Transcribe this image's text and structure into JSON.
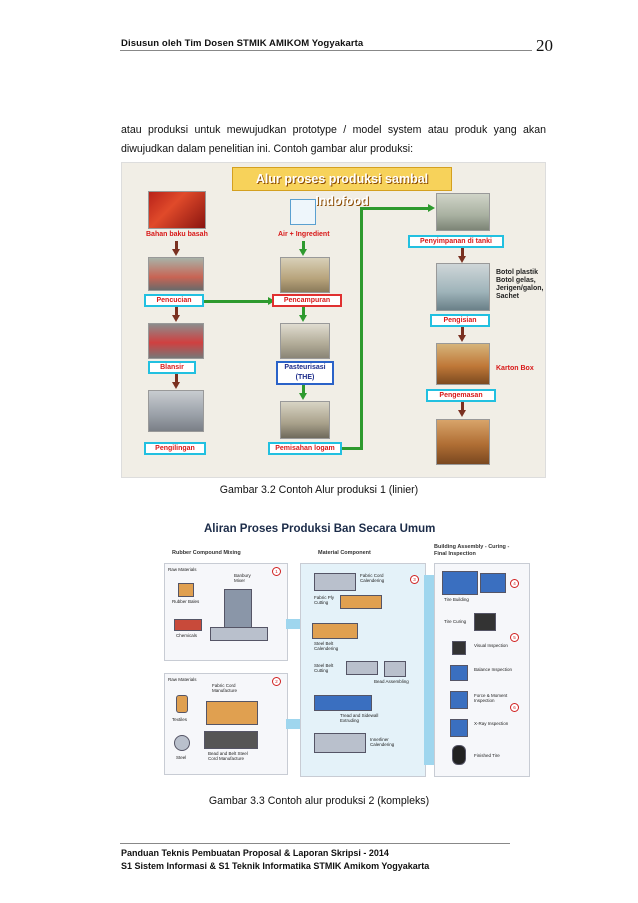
{
  "header": {
    "title": "Disusun oleh Tim Dosen STMIK AMIKOM Yogyakarta",
    "page_number": "20"
  },
  "body": {
    "paragraph_line1": "atau produksi untuk mewujudkan prototype / model system atau produk yang akan",
    "paragraph_line2": "diwujudkan dalam penelitian ini. Contoh gambar alur produksi:"
  },
  "figure1": {
    "title": "Alur proses produksi sambal Indofood",
    "labels": {
      "bahan": "Bahan baku basah",
      "air": "Air + Ingredient",
      "pencucian": "Pencucian",
      "pencampuran": "Pencampuran",
      "blansir": "Blansir",
      "pasteurisasi": "Pasteurisasi (THE)",
      "penggilingan": "Pengilingan",
      "pemisahan": "Pemisahan logam",
      "penyimpanan": "Penyimpanan di tanki",
      "botol": "Botol plastik Botol gelas, Jerigen/galon, Sachet",
      "pengisian": "Pengisian",
      "karton": "Karton Box",
      "pengemasan": "Pengemasan"
    },
    "caption": "Gambar 3.2 Contoh Alur produksi 1 (linier)"
  },
  "figure2": {
    "title": "Aliran Proses Produksi Ban Secara Umum",
    "sections": {
      "rubber": "Rubber Compound Mixing",
      "material": "Material Component",
      "building": "Building Assembly - Curing - Final Inspection"
    },
    "labels": {
      "raw1": "Raw Materials",
      "rubber_bales": "Rubber Bales",
      "chemicals": "Chemicals",
      "banbury": "Banbury Mixer",
      "raw2": "Raw Materials",
      "textiles": "Textiles",
      "steel": "Steel",
      "fabric_mfg": "Fabric Cord Manufacture",
      "bead_wire": "Bead and Belt Steel Cord Manufacture",
      "fabric_cal": "Fabric Cord Calendering",
      "fabric_ply": "Fabric Ply Cutting",
      "steel_belt": "Steel Belt Calendering",
      "steel_cut": "Steel Belt Cutting",
      "bead_asm": "Bead Assembling",
      "tread": "Tread and Sidewall Extruding",
      "innerliner": "Innerliner Calendering",
      "tire_building": "Tire Building",
      "tire_curing": "Tire Curing",
      "visual": "Visual Inspection",
      "balance": "Balance Inspection",
      "force": "Force & Moment Inspection",
      "xray": "X-Ray Inspection",
      "finished": "Finished Tire"
    },
    "caption": "Gambar 3.3 Contoh alur produksi 2 (kompleks)"
  },
  "footer": {
    "line1": "Panduan Teknis Pembuatan Proposal & Laporan Skripsi - 2014",
    "line2": "S1 Sistem Informasi & S1 Teknik Informatika STMIK Amikom Yogyakarta"
  }
}
